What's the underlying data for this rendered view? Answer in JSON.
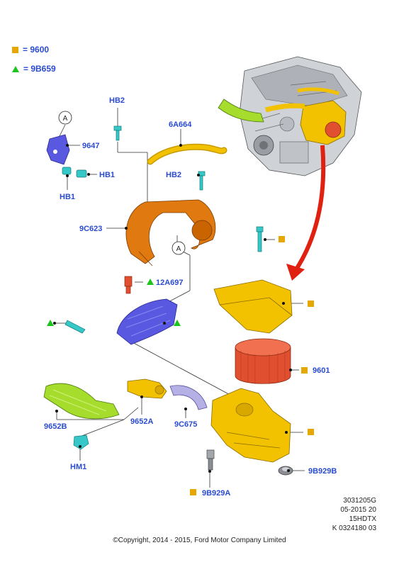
{
  "legend": [
    {
      "symbol": "square",
      "color": "#e6a800",
      "text": "= 9600"
    },
    {
      "symbol": "triangle",
      "color": "#1ec31e",
      "text": "= 9B659"
    }
  ],
  "labels": {
    "hb2_top": "HB2",
    "p6a664": "6A664",
    "p9647": "9647",
    "hb1_right": "HB1",
    "hb2_mid": "HB2",
    "hb1_bottom": "HB1",
    "p9c623": "9C623",
    "p12a697": "12A697",
    "p9601": "9601",
    "p9652b": "9652B",
    "p9652a": "9652A",
    "p9c675": "9C675",
    "p9b929b": "9B929B",
    "hm1": "HM1",
    "p9b929a": "9B929A",
    "callout_a_top": "A",
    "callout_a_mid": "A"
  },
  "footer": {
    "code1": "3031205G",
    "code2": "05-2015 20",
    "code3": "15HDTX",
    "code4": "K 0324180 03"
  },
  "copyright": "©Copyright, 2014 - 2015, Ford Motor Company Limited",
  "colors": {
    "label_blue": "#2a4bd0",
    "square_yellow": "#e6a800",
    "triangle_green": "#1ec31e",
    "arrow_red": "#e02010",
    "part_orange": "#e07a10",
    "part_yellow": "#f2c200",
    "part_blue": "#5858e0",
    "part_green": "#a6dc2c",
    "part_red": "#e05030",
    "part_cyan": "#36c8c8"
  }
}
